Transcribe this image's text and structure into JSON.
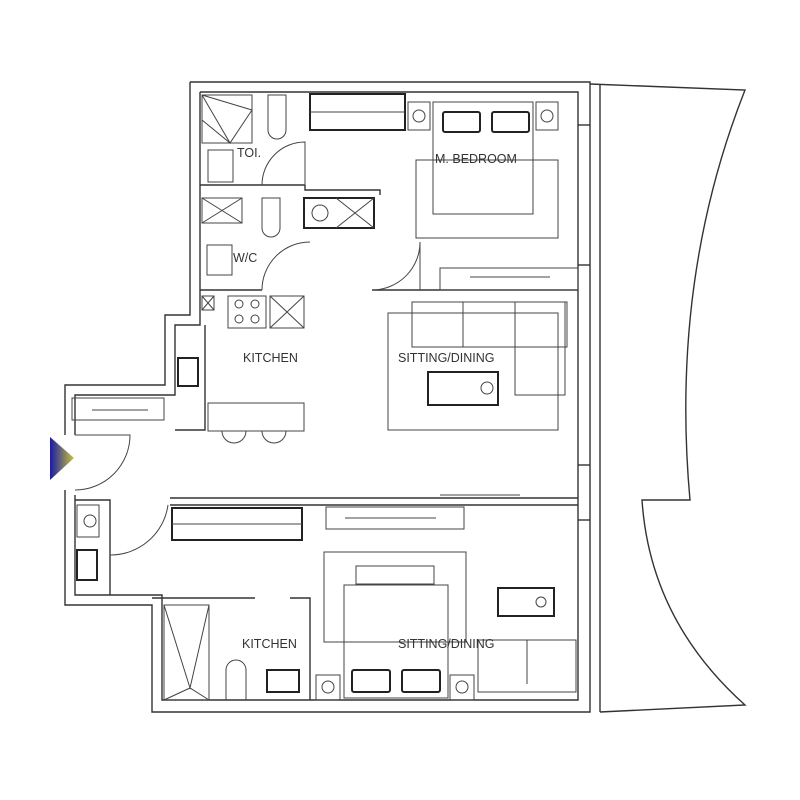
{
  "plan": {
    "rooms": {
      "toilet": "TOI.",
      "master_bedroom": "M. BEDROOM",
      "wc": "W/C",
      "kitchen_main": "KITCHEN",
      "sitting_dining_main": "SITTING/DINING",
      "kitchen_lower": "KITCHEN",
      "sitting_dining_lower": "SITTING/DINING"
    },
    "entry_marker": {
      "icon": "entry-arrow-icon",
      "colors": [
        "#1a1aa8",
        "#c8c43a"
      ]
    },
    "line_color": "#333333"
  }
}
